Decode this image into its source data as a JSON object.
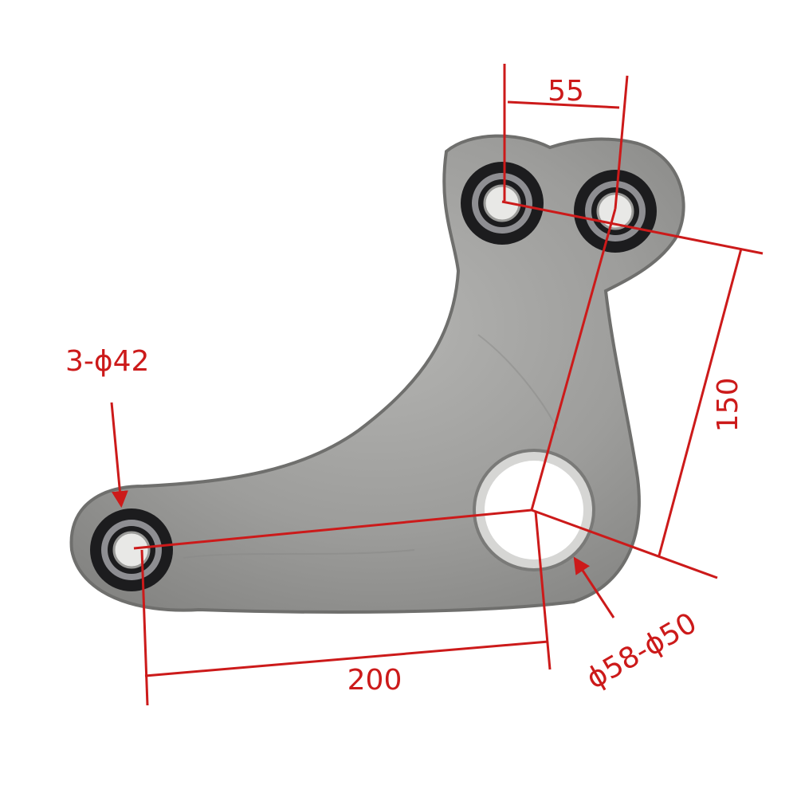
{
  "drawing": {
    "labels": {
      "top_pitch": "55",
      "vertical_distance": "150",
      "horizontal_distance": "200",
      "bearing_holes": "3-ϕ42",
      "large_hole": "ϕ58-ϕ50"
    },
    "colors": {
      "dimension": "#cc1a1a",
      "plate": "#9a9a98",
      "plate_edge": "#6f6f6d",
      "bearing_outer": "#1c1c1e",
      "bearing_ring": "#8e8e92",
      "bearing_inner": "#e8e8e6"
    },
    "icons": {
      "arrow_to_bearing": "arrow-down-icon",
      "arrow_to_large_hole": "arrow-up-left-icon"
    }
  }
}
